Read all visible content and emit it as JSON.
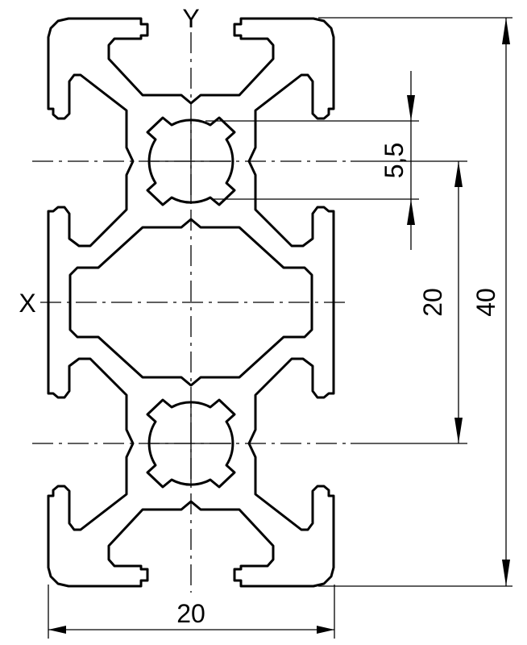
{
  "drawing": {
    "axis_labels": {
      "y": "Y",
      "x": "X"
    },
    "dimensions": {
      "width": "20",
      "height_total": "40",
      "center_distance": "20",
      "slot_width": "5,5"
    },
    "line_color": "#000000",
    "background": "#ffffff"
  }
}
